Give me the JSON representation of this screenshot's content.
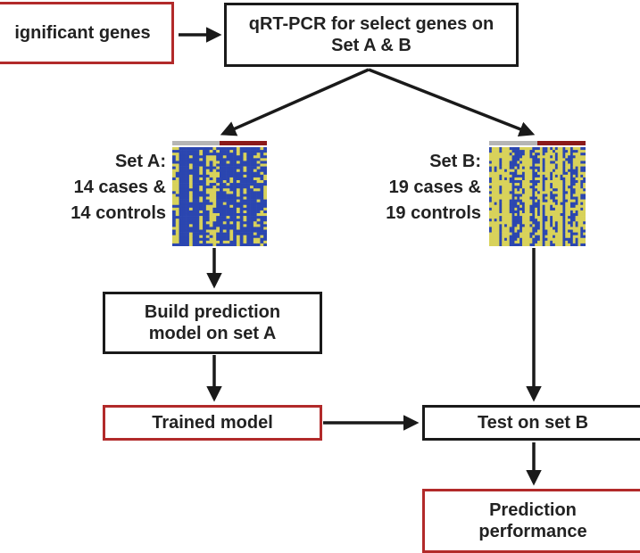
{
  "boxes": {
    "significant_genes": "ignificant genes",
    "qrtpcr": "qRT-PCR for select genes on Set A & B",
    "build_model": "Build prediction model on set A",
    "trained_model": "Trained model",
    "test_set_b": "Test on set B",
    "prediction_performance": "Prediction performance"
  },
  "sets": {
    "set_a": {
      "line1": "Set A:",
      "line2": "14 cases &",
      "line3": "14 controls"
    },
    "set_b": {
      "line1": "Set B:",
      "line2": "19 cases &",
      "line3": "19 controls"
    }
  },
  "colors": {
    "box_border": "#1a1a1a",
    "red_border": "#b22a2a",
    "heatmap_blue": "#2b46b0",
    "heatmap_yellow": "#d8d25a",
    "control_bar": "#b5b5b5",
    "case_bar": "#8b1a1a"
  }
}
